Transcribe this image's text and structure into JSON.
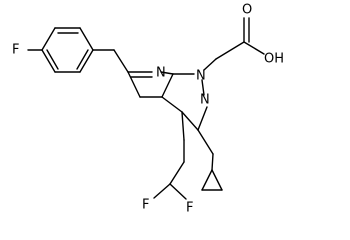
{
  "atom_labels": {
    "fluorine_aryl": "F",
    "nitrogen_pyridine": "N",
    "nitrogen_n1": "N",
    "nitrogen_n2": "N",
    "carbonyl_oxygen": "O",
    "hydroxyl": "OH",
    "fluorine_left": "F",
    "fluorine_right": "F"
  },
  "colors": {
    "ink": "#000000",
    "background": "#ffffff"
  }
}
